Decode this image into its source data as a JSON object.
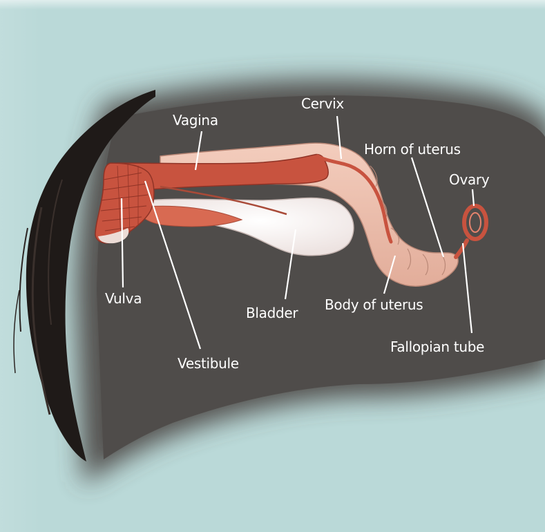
{
  "labels": {
    "vagina": "Vagina",
    "cervix": "Cervix",
    "horn_of_uterus": "Horn of uterus",
    "ovary": "Ovary",
    "vulva": "Vulva",
    "vestibule": "Vestibule",
    "bladder": "Bladder",
    "body_of_uterus": "Body of uterus",
    "fallopian_tube": "Fallopian tube"
  },
  "colors": {
    "background": "#bad9d8",
    "body_silhouette": "#4f4c4a",
    "tail": "#1f1a18",
    "vagina": "#c8533f",
    "uterus": "#ecbfae",
    "bladder": "#f4ecea",
    "label_text": "#ffffff",
    "leader_line": "#ffffff"
  }
}
